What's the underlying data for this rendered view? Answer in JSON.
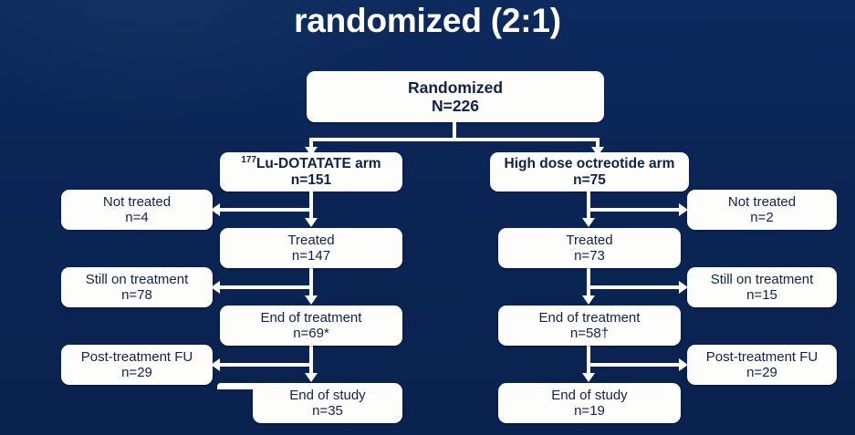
{
  "slide": {
    "title": "randomized (2:1)",
    "background_color": "#0b2556",
    "box_fill_color": "#fdfdfb",
    "box_text_color": "#10224a",
    "connector_color": "#ffffff"
  },
  "flowchart": {
    "type": "clinical-trial-consort-flow-diagram",
    "root": {
      "label": "Randomized",
      "count": "N=226"
    },
    "arms": [
      {
        "id": "lu-dotatate",
        "label_prefix": "177",
        "label": "Lu-DOTATATE arm",
        "label_plain": "177Lu-DOTATATE arm",
        "count": "n=151",
        "side_position": "left",
        "main_steps": [
          {
            "label": "Treated",
            "count": "n=147"
          },
          {
            "label": "End of treatment",
            "count": "n=69*"
          },
          {
            "label": "End of study",
            "count": "n=35"
          }
        ],
        "side_steps": [
          {
            "label": "Not treated",
            "count": "n=4"
          },
          {
            "label": "Still on treatment",
            "count": "n=78"
          },
          {
            "label": "Post-treatment FU",
            "count": "n=29"
          }
        ]
      },
      {
        "id": "high-dose-octreotide",
        "label_prefix": "",
        "label": "High dose octreotide arm",
        "label_plain": "High dose octreotide arm",
        "count": "n=75",
        "side_position": "right",
        "main_steps": [
          {
            "label": "Treated",
            "count": "n=73"
          },
          {
            "label": "End of treatment",
            "count": "n=58†"
          },
          {
            "label": "End of study",
            "count": "n=19"
          }
        ],
        "side_steps": [
          {
            "label": "Not treated",
            "count": "n=2"
          },
          {
            "label": "Still on treatment",
            "count": "n=15"
          },
          {
            "label": "Post-treatment FU",
            "count": "n=29"
          }
        ]
      }
    ]
  }
}
